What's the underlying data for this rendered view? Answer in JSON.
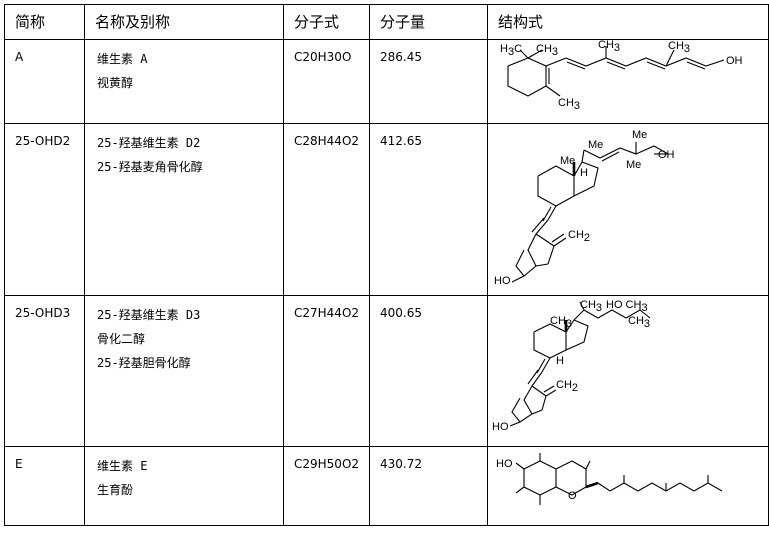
{
  "headers": {
    "abbr": "简称",
    "name": "名称及别称",
    "formula": "分子式",
    "mass": "分子量",
    "structure": "结构式"
  },
  "rows": [
    {
      "abbr": "A",
      "names": [
        "维生素 A",
        "视黄醇"
      ],
      "formula": "C20H30O",
      "mass": "286.45"
    },
    {
      "abbr": "25-OHD2",
      "names": [
        "25-羟基维生素 D2",
        "25-羟基麦角骨化醇"
      ],
      "formula": "C28H44O2",
      "mass": "412.65"
    },
    {
      "abbr": "25-OHD3",
      "names": [
        "25-羟基维生素 D3",
        "骨化二醇",
        "25-羟基胆骨化醇"
      ],
      "formula": "C27H44O2",
      "mass": "400.65"
    },
    {
      "abbr": "E",
      "names": [
        "维生素 E",
        "生育酚"
      ],
      "formula": "C29H50O2",
      "mass": "430.72"
    }
  ],
  "structure_labels": {
    "r0": {
      "h3c": "H",
      "ch3_a": "CH",
      "ch3_b": "CH",
      "ch3_c": "CH",
      "oh": "OH"
    },
    "r1": {
      "me1": "Me",
      "me2": "Me",
      "me3": "Me",
      "oh": "OH",
      "h": "H",
      "ho": "HO"
    },
    "r2": {
      "ch3_top": "CH",
      "ch3_ring": "CH",
      "ho_ch3": "HO CH",
      "ch3_end": "CH",
      "h": "H",
      "ho": "HO"
    },
    "r3": {
      "ho": "HO",
      "o": "O"
    },
    "sub3": "3",
    "sub2": "2"
  }
}
